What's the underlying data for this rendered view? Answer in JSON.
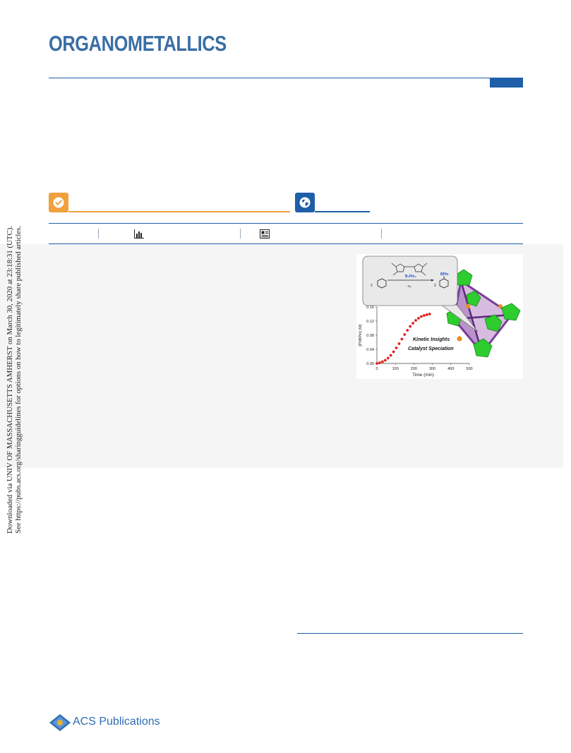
{
  "journal": {
    "title": "ORGANOMETALLICS"
  },
  "side_notice": {
    "line1": "Downloaded via UNIV OF MASSACHUSETTS AMHERST on March 30, 2020 at 23:18:31 (UTC).",
    "line2": "See https://pubs.acs.org/sharingguidelines for options on how to legitimately share published articles."
  },
  "toc_graphic": {
    "reagent": "B₂Pin₂",
    "byproduct": "- H₂",
    "coeff_left": "2",
    "coeff_right": "2",
    "product_label": "BPin",
    "annotation1": "Kinetic Insights",
    "annotation2": "Catalyst Speciation",
    "chart_data": {
      "type": "scatter",
      "xlabel": "Time (min)",
      "ylabel": "[PhBPin] (M)",
      "xlim": [
        0,
        500
      ],
      "ylim": [
        0,
        0.16
      ],
      "xticks": [
        "0",
        "100",
        "200",
        "300",
        "400",
        "500"
      ],
      "yticks": [
        "0.00",
        "0.04",
        "0.08",
        "0.12",
        "0.16"
      ],
      "x": [
        0,
        15,
        30,
        45,
        60,
        75,
        90,
        105,
        120,
        135,
        150,
        165,
        180,
        195,
        210,
        225,
        240,
        255,
        270,
        285
      ],
      "y": [
        0.0,
        0.002,
        0.005,
        0.009,
        0.015,
        0.023,
        0.033,
        0.044,
        0.056,
        0.069,
        0.082,
        0.094,
        0.105,
        0.114,
        0.122,
        0.128,
        0.133,
        0.136,
        0.138,
        0.14
      ],
      "marker_color": "#e0201e"
    }
  },
  "footer": {
    "publisher": "ACS Publications"
  },
  "colors": {
    "brand": "#1f5fa8",
    "orange": "#f0a03c",
    "green": "#2ecc2e",
    "purple": "#7a3c9a"
  }
}
